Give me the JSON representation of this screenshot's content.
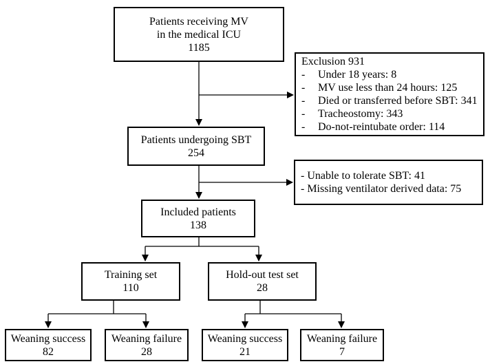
{
  "boxes": {
    "mv_patients": {
      "line1": "Patients receiving MV",
      "line2": "in the medical ICU",
      "line3": "1185"
    },
    "exclusion1": {
      "title": "Exclusion 931",
      "items": [
        "Under 18 years: 8",
        "MV use less than 24 hours: 125",
        "Died or transferred before SBT: 341",
        "Tracheostomy: 343",
        "Do-not-reintubate order: 114"
      ]
    },
    "sbt": {
      "line1": "Patients undergoing SBT",
      "line2": "254"
    },
    "exclusion2": {
      "items": [
        "- Unable to tolerate SBT: 41",
        "- Missing ventilator derived data: 75"
      ]
    },
    "included": {
      "line1": "Included patients",
      "line2": "138"
    },
    "training": {
      "line1": "Training set",
      "line2": "110"
    },
    "holdout": {
      "line1": "Hold-out test set",
      "line2": "28"
    },
    "train_success": {
      "line1": "Weaning success",
      "line2": "82"
    },
    "train_failure": {
      "line1": "Weaning failure",
      "line2": "28"
    },
    "test_success": {
      "line1": "Weaning success",
      "line2": "21"
    },
    "test_failure": {
      "line1": "Weaning failure",
      "line2": "7"
    }
  },
  "colors": {
    "stroke": "#000000",
    "background": "#ffffff"
  }
}
